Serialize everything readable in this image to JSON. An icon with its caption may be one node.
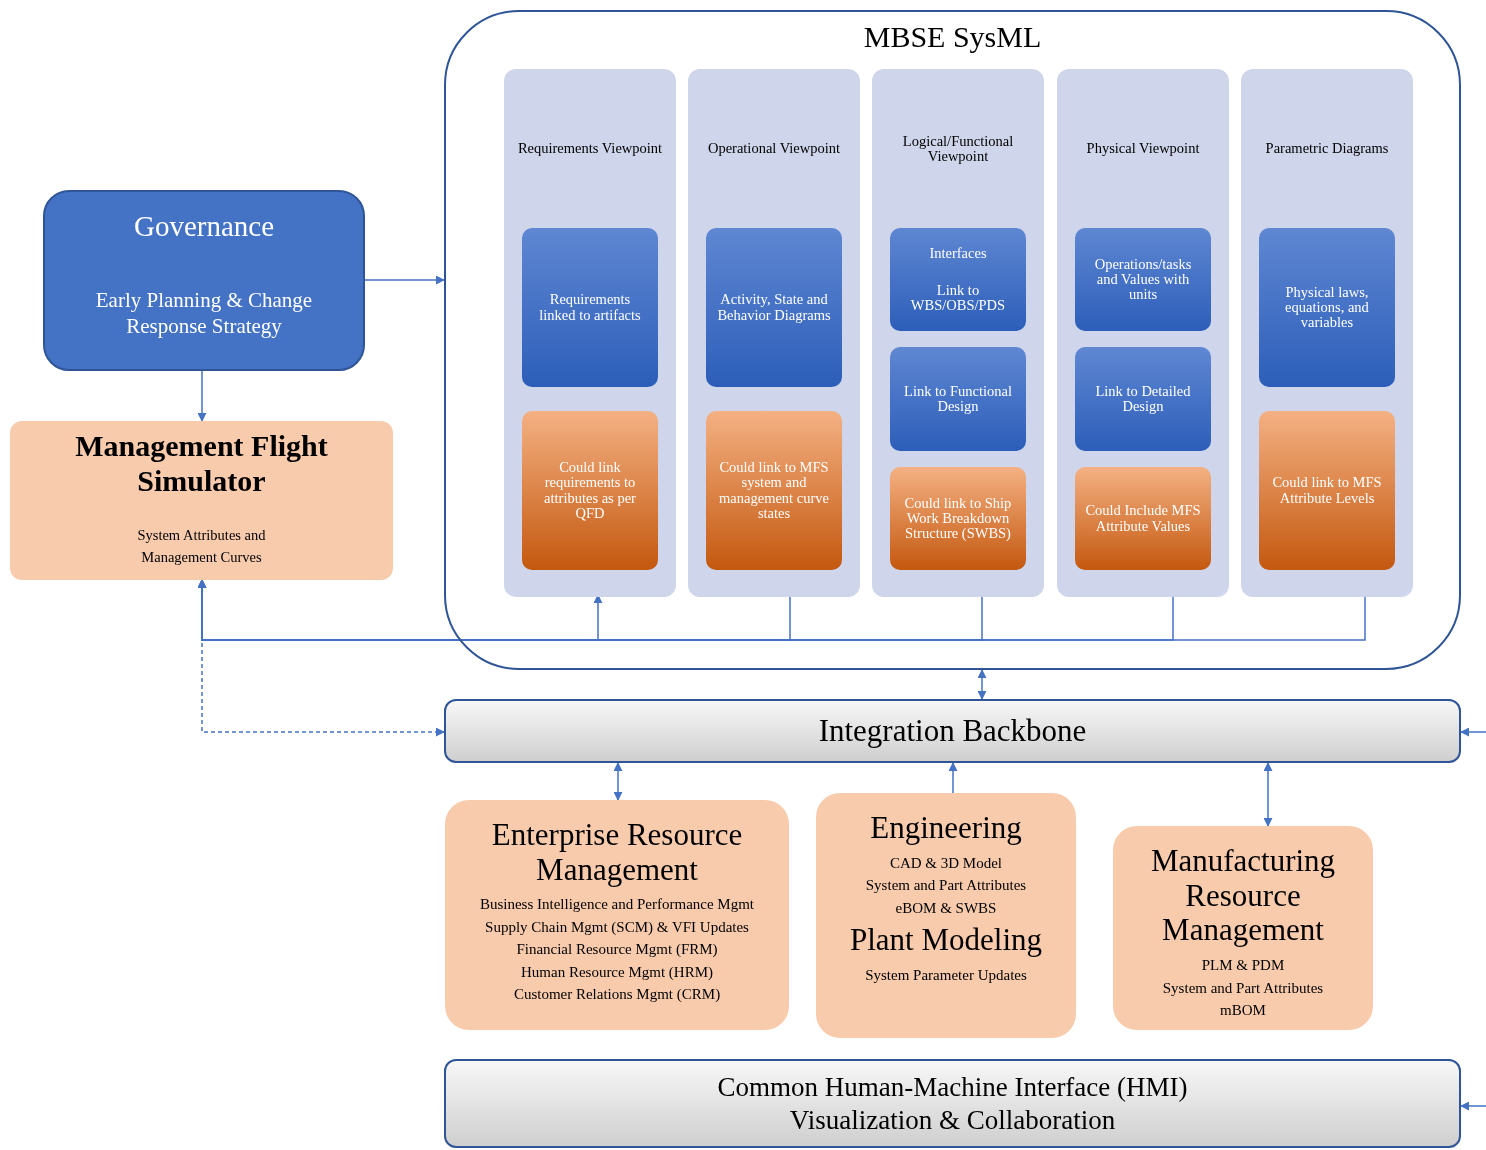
{
  "diagram": {
    "nodes": [
      {
        "text": [
          "MBSE SysML"
        ]
      },
      {
        "text": [
          "Requirements Viewpoint"
        ],
        "in": 0
      },
      {
        "text": [
          "Requirements linked to artifacts"
        ],
        "in": 1
      },
      {
        "text": [
          "Could link requirements to attributes as per QFD"
        ],
        "in": 1
      },
      {
        "text": [
          "Operational Viewpoint"
        ],
        "in": 0
      },
      {
        "text": [
          "Activity, State and Behavior Diagrams"
        ],
        "in": 4
      },
      {
        "text": [
          "Could link to MFS system and management curve states"
        ],
        "in": 4
      },
      {
        "text": [
          "Logical/Functional Viewpoint"
        ],
        "in": 0
      },
      {
        "text": [
          "Interfaces",
          "Link to WBS/OBS/PDS"
        ],
        "in": 7
      },
      {
        "text": [
          "Link to Functional Design"
        ],
        "in": 7
      },
      {
        "text": [
          "Could link to Ship Work Breakdown Structure (SWBS)"
        ],
        "in": 7
      },
      {
        "text": [
          "Physical Viewpoint"
        ],
        "in": 0
      },
      {
        "text": [
          "Operations/tasks and Values with units"
        ],
        "in": 11
      },
      {
        "text": [
          "Link to Detailed Design"
        ],
        "in": 11
      },
      {
        "text": [
          "Could Include MFS Attribute Values"
        ],
        "in": 11
      },
      {
        "text": [
          "Parametric Diagrams"
        ],
        "in": 0
      },
      {
        "text": [
          "Physical laws, equations, and variables"
        ],
        "in": 15
      },
      {
        "text": [
          "Could link to MFS Attribute Levels"
        ],
        "in": 15
      },
      {
        "text": [
          "Governance",
          "Early Planning & Change Response Strategy"
        ]
      },
      {
        "text": [
          "Management Flight Simulator",
          "System Attributes and Management Curves"
        ]
      },
      {
        "text": [
          "Integration Backbone"
        ]
      },
      {
        "text": [
          "Enterprise Resource Management",
          "Business Intelligence and Performance Mgmt",
          "Supply Chain Mgmt (SCM) & VFI Updates",
          "Financial Resource Mgmt (FRM)",
          "Human Resource Mgmt (HRM)",
          "Customer Relations Mgmt (CRM)"
        ]
      },
      {
        "text": [
          "Engineering",
          "CAD & 3D Model",
          "System and Part Attributes",
          "eBOM & SWBS",
          "Plant Modeling",
          "System Parameter Updates"
        ]
      },
      {
        "text": [
          "Manufacturing Resource Management",
          "PLM & PDM",
          "System and Part Attributes",
          "mBOM"
        ]
      },
      {
        "text": [
          "Common Human-Machine Interface (HMI)",
          "Visualization & Collaboration"
        ]
      }
    ],
    "edges": [
      {
        "from": 18,
        "to": 0,
        "arrow": "to"
      },
      {
        "from": 18,
        "to": 19,
        "arrow": "to"
      },
      {
        "from": 4,
        "to": 19,
        "arrow": "to"
      },
      {
        "from": 7,
        "to": 19,
        "arrow": "to"
      },
      {
        "from": 11,
        "to": 19,
        "arrow": "to"
      },
      {
        "from": 15,
        "to": 19,
        "arrow": "to"
      },
      {
        "from": 19,
        "to": 1,
        "arrow": "to"
      },
      {
        "from": 19,
        "to": 20,
        "arrow": "to",
        "style": "dashed"
      },
      {
        "from": 0,
        "to": 20,
        "arrow": "both"
      },
      {
        "from": 20,
        "to": 21,
        "arrow": "both"
      },
      {
        "from": 22,
        "to": 20,
        "arrow": "to"
      },
      {
        "from": 20,
        "to": 23,
        "arrow": "both"
      },
      {
        "from": null,
        "to": 20,
        "arrow": "to"
      },
      {
        "from": null,
        "to": 24,
        "arrow": "to"
      }
    ]
  }
}
